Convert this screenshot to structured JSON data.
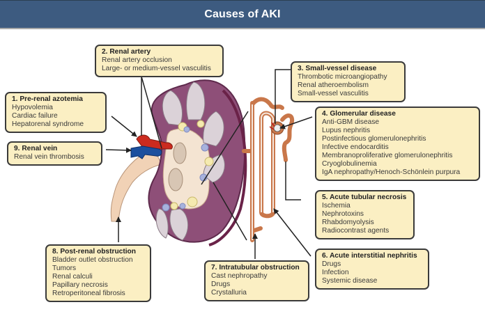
{
  "header": {
    "title": "Causes of AKI"
  },
  "colors": {
    "header_bg": "#3d5b80",
    "box_bg": "#fbefc3",
    "kidney_cortex": "#8e4f78",
    "artery": "#cc2b1f",
    "vein": "#1c4f9e",
    "ureter": "#f1d2b6",
    "nephron": "#c9774a"
  },
  "causes": [
    {
      "title": "1. Pre-renal azotemia",
      "items": [
        "Hypovolemia",
        "Cardiac failure",
        "Hepatorenal syndrome"
      ]
    },
    {
      "title": "2. Renal artery",
      "items": [
        "Renal artery occlusion",
        "Large- or medium-vessel vasculitis"
      ]
    },
    {
      "title": "3. Small-vessel disease",
      "items": [
        "Thrombotic microangiopathy",
        "Renal atheroembolism",
        "Small-vessel vasculitis"
      ]
    },
    {
      "title": "4. Glomerular disease",
      "items": [
        "Anti-GBM disease",
        "Lupus nephritis",
        "Postinfectious glomerulonephritis",
        "Infective endocarditis",
        "Membranoproliferative glomerulonephritis",
        "Cryoglobulinemia",
        "IgA nephropathy/Henoch-Schönlein purpura"
      ]
    },
    {
      "title": "5. Acute tubular necrosis",
      "items": [
        "Ischemia",
        "Nephrotoxins",
        "Rhabdomyolysis",
        "Radiocontrast agents"
      ]
    },
    {
      "title": "6. Acute interstitial nephritis",
      "items": [
        "Drugs",
        "Infection",
        "Systemic disease"
      ]
    },
    {
      "title": "7. Intratubular obstruction",
      "items": [
        "Cast nephropathy",
        "Drugs",
        "Crystalluria"
      ]
    },
    {
      "title": "8. Post-renal obstruction",
      "items": [
        "Bladder outlet obstruction",
        "Tumors",
        "Renal calculi",
        "Papillary necrosis",
        "Retroperitoneal fibrosis"
      ]
    },
    {
      "title": "9. Renal vein",
      "items": [
        "Renal vein thrombosis"
      ]
    }
  ]
}
